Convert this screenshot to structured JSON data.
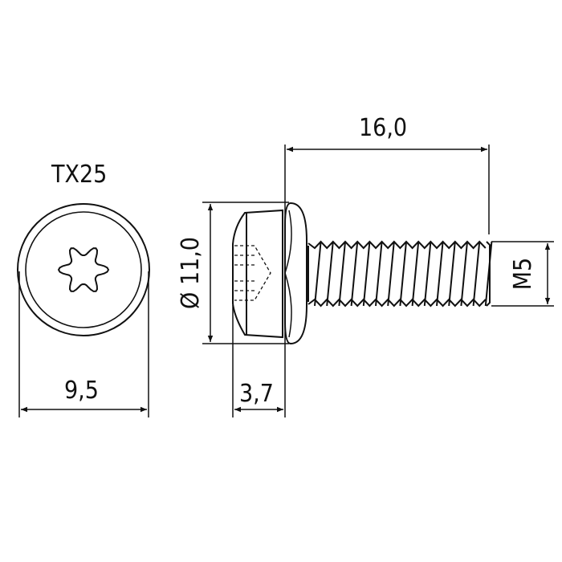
{
  "drive_label": "TX25",
  "dimensions": {
    "head_diameter": "9,5",
    "washer_diameter": "Ø 11,0",
    "head_height": "3,7",
    "length": "16,0",
    "thread": "M5"
  }
}
